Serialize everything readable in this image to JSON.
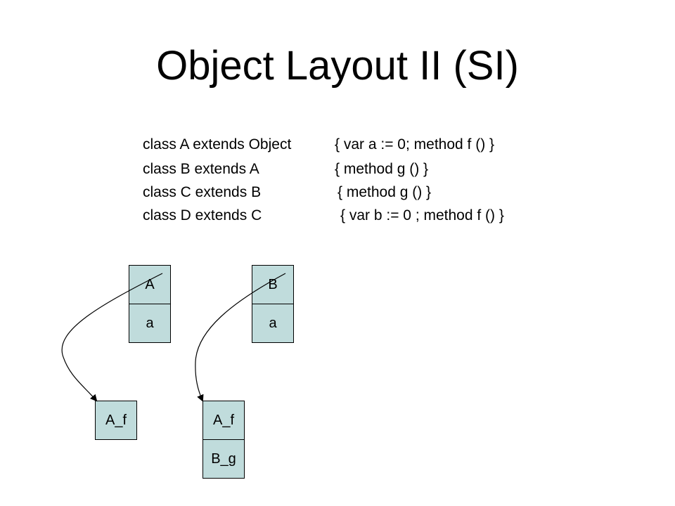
{
  "title": "Object Layout II (SI)",
  "code": [
    {
      "decl": "class A extends Object",
      "body": "{ var a := 0; method f () }"
    },
    {
      "decl": "class B extends A",
      "body": "{ method g () }"
    },
    {
      "decl": "class C extends B",
      "body": "{ method g () }"
    },
    {
      "decl": "class D extends C",
      "body": "{ var b := 0 ; method f () }"
    }
  ],
  "objects": {
    "a_object": {
      "header": "A",
      "field": "a"
    },
    "b_object": {
      "header": "B",
      "field": "a"
    }
  },
  "vtables": {
    "a_vtable": [
      "A_f"
    ],
    "b_vtable": [
      "A_f",
      "B_g"
    ]
  },
  "colors": {
    "cell_fill": "#c0dcdc",
    "stroke": "#000000"
  }
}
